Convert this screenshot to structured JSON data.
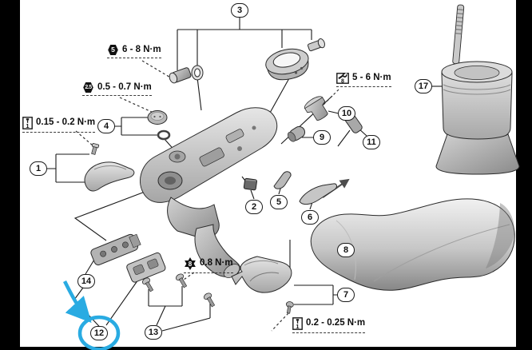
{
  "figure": {
    "background": "#ffffff",
    "letterbox_color": "#000000",
    "line_color": "#1a1a1a",
    "highlight_color": "#29abe2",
    "units": "N·m"
  },
  "callouts": [
    {
      "num": "1"
    },
    {
      "num": "2"
    },
    {
      "num": "3"
    },
    {
      "num": "4"
    },
    {
      "num": "5"
    },
    {
      "num": "6"
    },
    {
      "num": "7"
    },
    {
      "num": "8"
    },
    {
      "num": "9"
    },
    {
      "num": "10"
    },
    {
      "num": "11"
    },
    {
      "num": "12",
      "highlighted": true
    },
    {
      "num": "13"
    },
    {
      "num": "14"
    },
    {
      "num": "17"
    }
  ],
  "torque_labels": [
    {
      "tool": "hex-key",
      "tool_size": "5",
      "text": "6 - 8 N·m"
    },
    {
      "tool": "hex-key",
      "tool_size": "2.5",
      "text": "0.5 - 0.7 N·m"
    },
    {
      "tool": "screwdriver",
      "tool_size": "1",
      "text": "0.15 - 0.2 N·m"
    },
    {
      "tool": "open-wrench",
      "tool_size": "8",
      "text": "5 - 6 N·m"
    },
    {
      "tool": "torx",
      "tool_size": "8",
      "text": "0.8 N·m"
    },
    {
      "tool": "screwdriver",
      "tool_size": "1",
      "text": "0.2 - 0.25 N·m"
    }
  ],
  "highlight": {
    "target_callout": "12",
    "color": "#29abe2",
    "shapes": [
      "arrow",
      "ellipse"
    ]
  }
}
